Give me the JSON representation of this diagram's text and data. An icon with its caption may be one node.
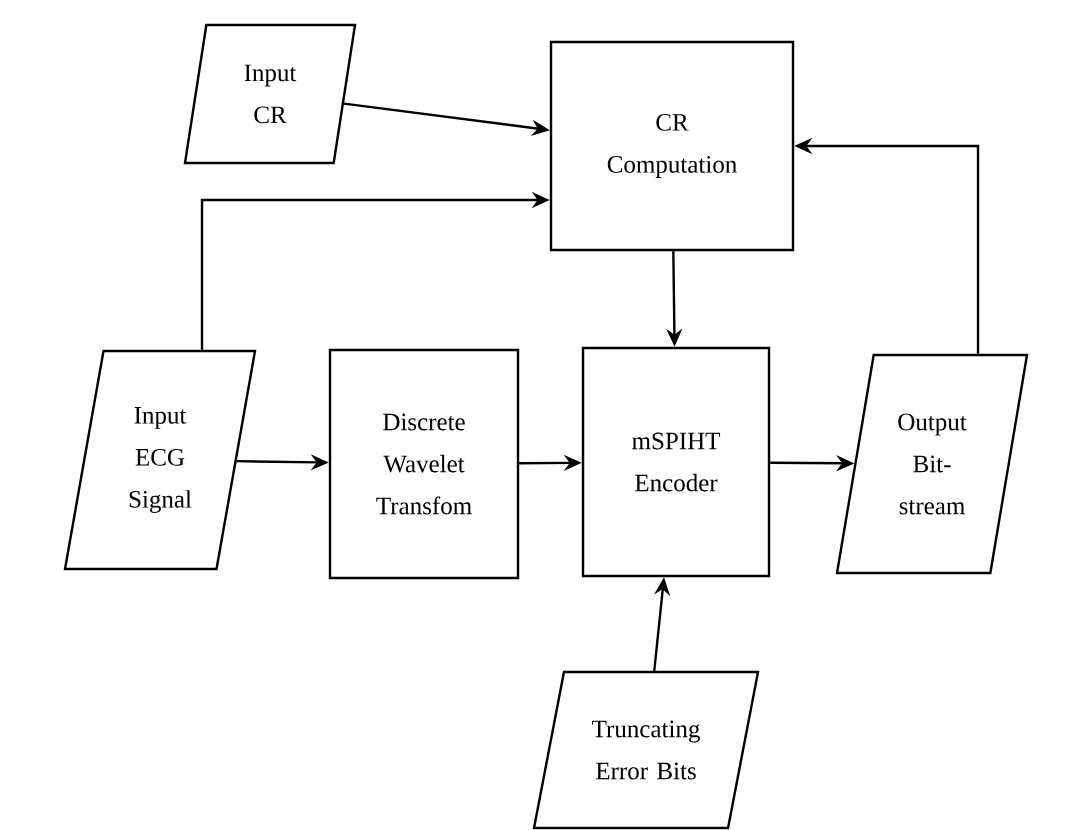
{
  "diagram": {
    "nodes": [
      {
        "text": [
          "Input CR"
        ]
      },
      {
        "text": [
          "CR Computation"
        ]
      },
      {
        "text": [
          "Input ECG Signal"
        ]
      },
      {
        "text": [
          "Discrete Wavelet Transfom"
        ]
      },
      {
        "text": [
          "mSPIHT Encoder"
        ]
      },
      {
        "text": [
          "Output Bit- stream"
        ]
      },
      {
        "text": [
          "Truncating Error Bits"
        ]
      }
    ],
    "edges": [
      {
        "from": 0,
        "to": 1,
        "arrow": "to"
      },
      {
        "from": 2,
        "to": 1,
        "arrow": "to"
      },
      {
        "from": 1,
        "to": 4,
        "arrow": "to"
      },
      {
        "from": 2,
        "to": 3,
        "arrow": "to"
      },
      {
        "from": 3,
        "to": 4,
        "arrow": "to"
      },
      {
        "from": 4,
        "to": 5,
        "arrow": "to"
      },
      {
        "from": 5,
        "to": 1,
        "arrow": "to"
      },
      {
        "from": 6,
        "to": 4,
        "arrow": "to"
      }
    ]
  }
}
